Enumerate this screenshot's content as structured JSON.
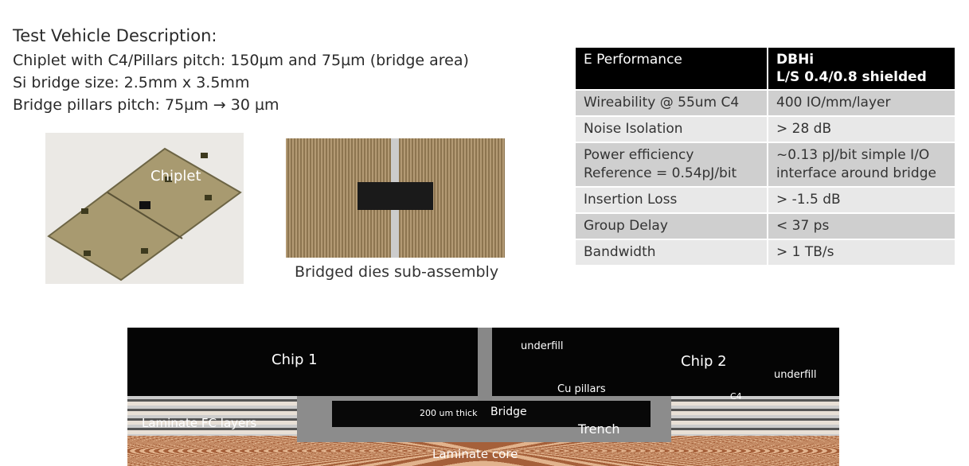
{
  "description": {
    "title": "Test Vehicle Description:",
    "lines": [
      "Chiplet with C4/Pillars pitch: 150µm and 75µm (bridge area)",
      "Si bridge size:  2.5mm x 3.5mm",
      "Bridge pillars pitch:  75µm  → 30 µm"
    ]
  },
  "images": {
    "chiplet_label": "Chiplet",
    "bridge_caption": "Bridged dies sub-assembly"
  },
  "table": {
    "headers": [
      "E Performance",
      "DBHi\nL/S 0.4/0.8 shielded"
    ],
    "rows": [
      [
        "Wireability @ 55um C4",
        "400 IO/mm/layer"
      ],
      [
        "Noise Isolation",
        "> 28 dB"
      ],
      [
        "Power efficiency\nReference = 0.54pJ/bit",
        "~0.13 pJ/bit simple I/O\ninterface around bridge"
      ],
      [
        "Insertion Loss",
        "> -1.5 dB"
      ],
      [
        "Group Delay",
        "< 37 ps"
      ],
      [
        "Bandwidth",
        "> 1 TB/s"
      ]
    ]
  },
  "cross_section": {
    "chip1": "Chip 1",
    "chip2": "Chip 2",
    "underfill_top": "underfill",
    "underfill_right": "underfill",
    "cu_pillars": "Cu pillars",
    "c4": "C4",
    "thickness": "200 um thick",
    "bridge": "Bridge",
    "laminate_fc": "Laminate FC layers",
    "trench": "Trench",
    "laminate_core": "Laminate core"
  }
}
